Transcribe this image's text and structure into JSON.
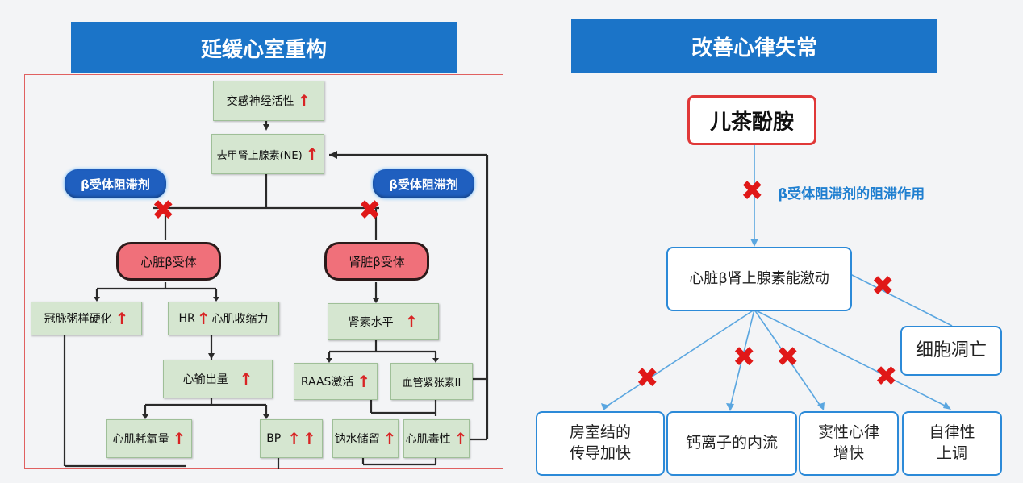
{
  "left": {
    "title": "延缓心室重构",
    "nodes": {
      "sympathetic": "交感神经活性",
      "ne": "去甲肾上腺素(NE)",
      "blocker_left": "β受体阻滞剂",
      "blocker_right": "β受体阻滞剂",
      "cardiac_receptor": "心脏β受体",
      "renal_receptor": "肾脏β受体",
      "atherosclerosis": "冠脉粥样硬化",
      "hr_contract_hr": "HR",
      "hr_contract_rest": "心肌收缩力",
      "renin": "肾素水平",
      "cardiac_output": "心输出量",
      "raas": "RAAS激活",
      "angiotensin": "血管紧张素II",
      "oxygen": "心肌耗氧量",
      "bp": "BP",
      "sodium": "钠水储留",
      "toxicity": "心肌毒性"
    },
    "up_arrow": "↑"
  },
  "right": {
    "title": "改善心律失常",
    "catecholamine": "儿茶酚胺",
    "block_note": "β受体阻滞剂的阻滞作用",
    "activation": "心脏β肾上腺素能激动",
    "apoptosis": "细胞凋亡",
    "outcomes": [
      {
        "line1": "房室结的",
        "line2": "传导加快"
      },
      {
        "line1": "钙离子的内流",
        "line2": ""
      },
      {
        "line1": "窦性心律",
        "line2": "增快"
      },
      {
        "line1": "自律性",
        "line2": "上调"
      }
    ],
    "x_mark": "✖"
  },
  "colors": {
    "banner": "#1b74c8",
    "green_box": "#d5e6d0",
    "receptor": "#f0707a",
    "blocker": "#1f5fbf",
    "up_arrow": "#d82424",
    "blue_border": "#2c8ad8",
    "red_border": "#e03838"
  }
}
